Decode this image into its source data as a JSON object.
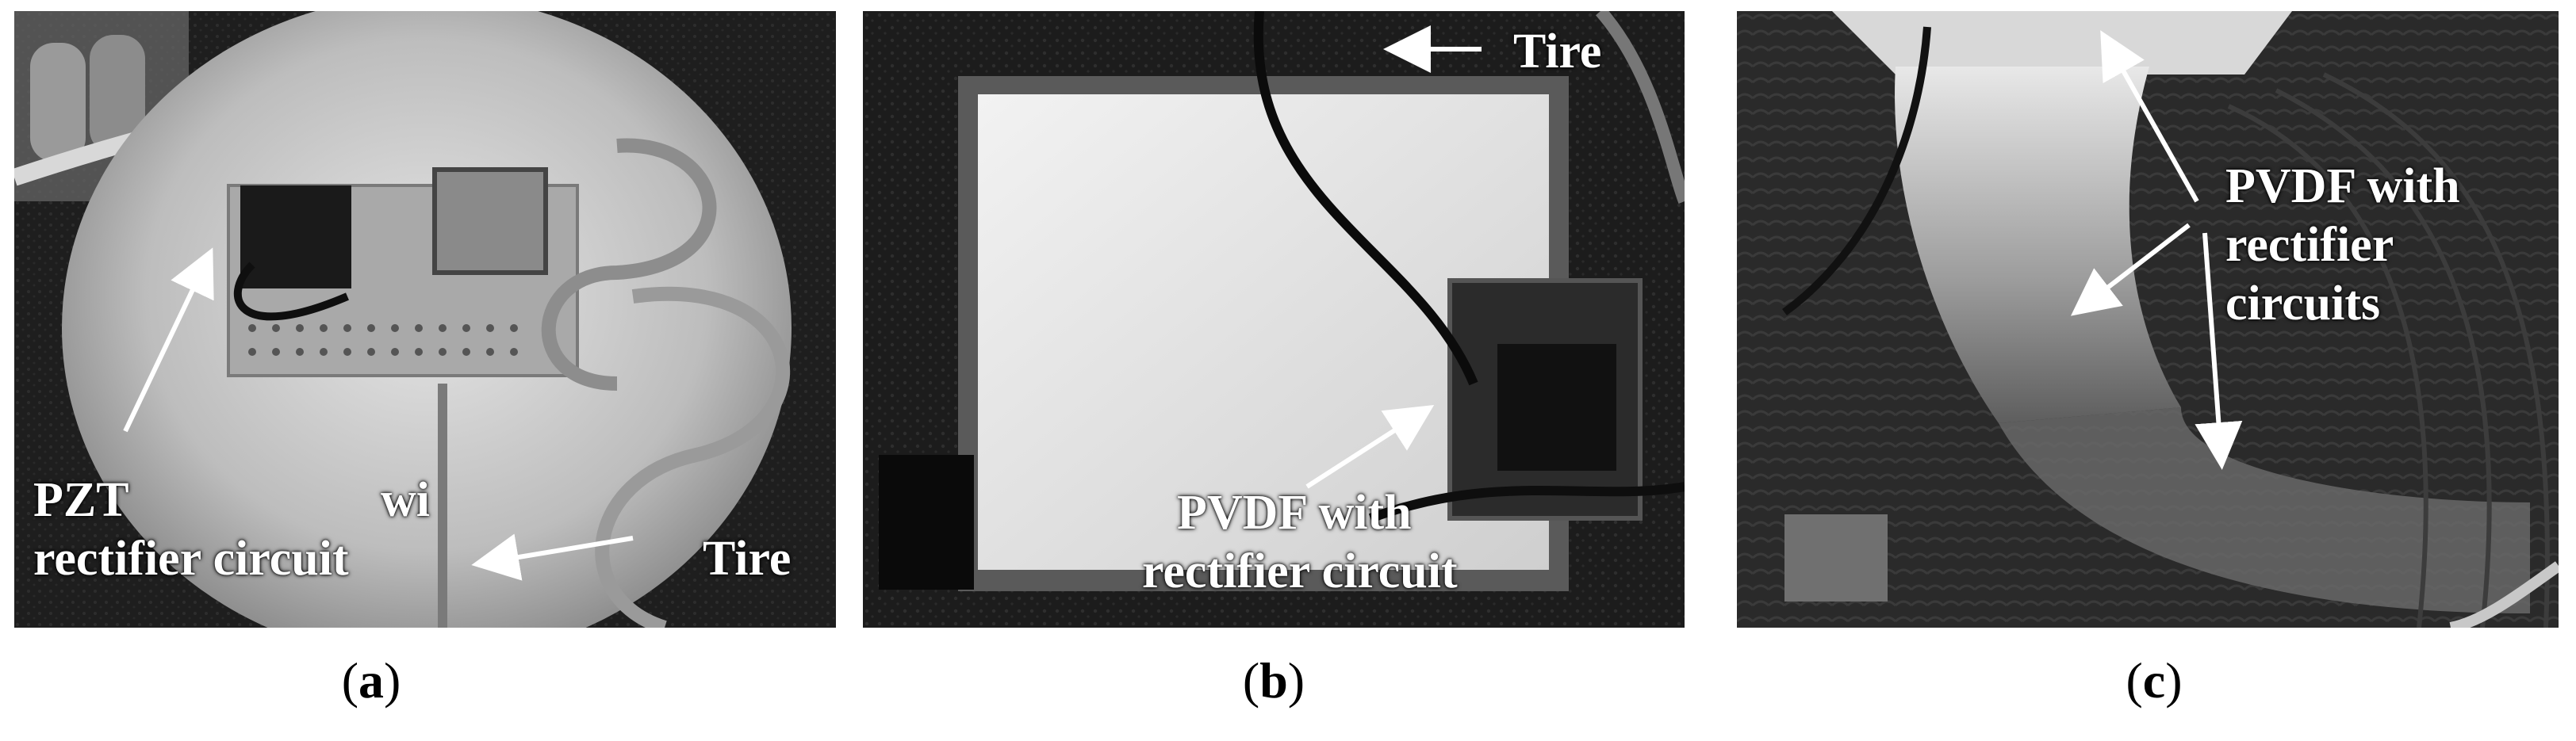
{
  "panels": [
    {
      "id": "a",
      "caption": "a",
      "labels": {
        "component": "PZT",
        "overlay": "wi",
        "circuit": "rectifier circuit",
        "tire": "Tire"
      }
    },
    {
      "id": "b",
      "caption": "b",
      "labels": {
        "tire": "Tire",
        "component": "PVDF with",
        "circuit": "rectifier circuit"
      }
    },
    {
      "id": "c",
      "caption": "c",
      "labels": {
        "line1": "PVDF with",
        "line2": "rectifier",
        "line3": "circuits"
      }
    }
  ],
  "colors": {
    "label_text": "#ffffff",
    "arrow": "#ffffff",
    "caption_text": "#000000"
  }
}
